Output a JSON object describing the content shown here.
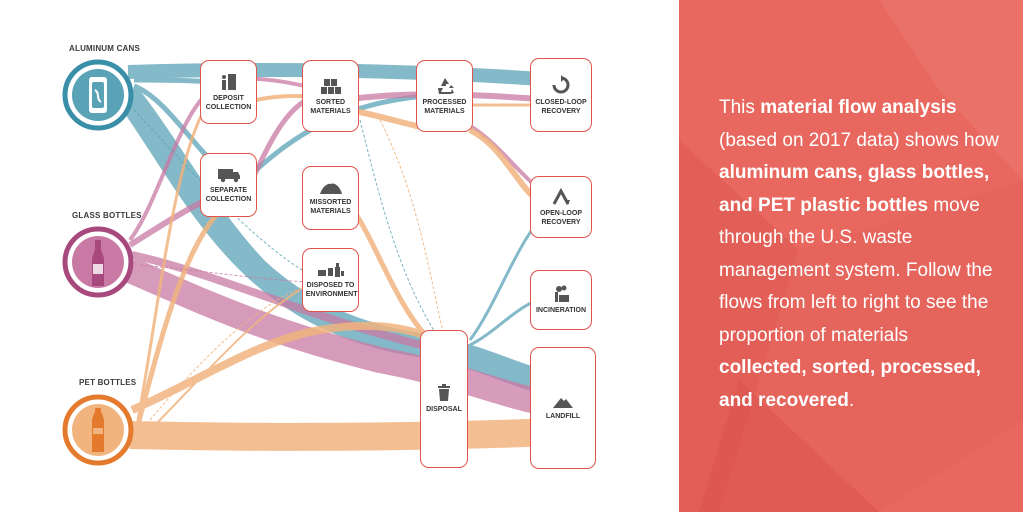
{
  "colors": {
    "aluminum": "#5aa2b6",
    "glass": "#c97aa4",
    "pet": "#f1b47f",
    "node_border": "#e0544c",
    "panel_bg": "#e8685f"
  },
  "sources": [
    {
      "id": "aluminum",
      "label": "ALUMINUM CANS",
      "icon": "can-icon"
    },
    {
      "id": "glass",
      "label": "GLASS BOTTLES",
      "icon": "glass-bottle-icon"
    },
    {
      "id": "pet",
      "label": "PET BOTTLES",
      "icon": "plastic-bottle-icon"
    }
  ],
  "nodes": {
    "deposit": {
      "label": "DEPOSIT COLLECTION",
      "icon": "deposit-machine-icon"
    },
    "separate": {
      "label": "SEPARATE COLLECTION",
      "icon": "truck-icon"
    },
    "sorted": {
      "label": "SORTED MATERIALS",
      "icon": "bales-icon"
    },
    "missorted": {
      "label": "MISSORTED MATERIALS",
      "icon": "pile-icon"
    },
    "environment": {
      "label": "DISPOSED TO ENVIRONMENT",
      "icon": "litter-icon"
    },
    "processed": {
      "label": "PROCESSED MATERIALS",
      "icon": "recycle-icon"
    },
    "disposal": {
      "label": "DISPOSAL",
      "icon": "trash-can-icon"
    },
    "closed": {
      "label": "CLOSED-LOOP RECOVERY",
      "icon": "closed-loop-icon"
    },
    "open": {
      "label": "OPEN-LOOP RECOVERY",
      "icon": "open-loop-icon"
    },
    "incineration": {
      "label": "INCINERATION",
      "icon": "smokestack-icon"
    },
    "landfill": {
      "label": "LANDFILL",
      "icon": "landfill-icon"
    }
  },
  "panel": {
    "t1": "This ",
    "b1": "material flow analysis",
    "t2": " (based on 2017 data) shows how ",
    "b2": "aluminum cans, glass bottles, and PET plastic bottles",
    "t3": " move through the U.S. waste management system. Follow the flows from left to right to see the proportion of materials ",
    "b3": "collected, sorted, processed, and recovered",
    "t4": "."
  }
}
